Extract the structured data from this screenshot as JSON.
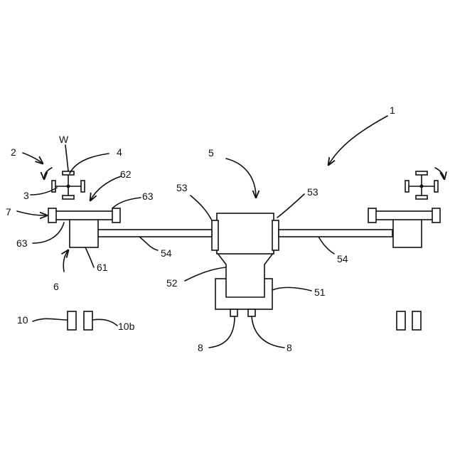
{
  "labels": {
    "l1": "1",
    "l2": "2",
    "l3": "3",
    "l4": "4",
    "l5": "5",
    "l6": "6",
    "l7": "7",
    "l8a": "8",
    "l8b": "8",
    "l10": "10",
    "l10b": "10b",
    "l51": "51",
    "l52": "52",
    "l53a": "53",
    "l53b": "53",
    "l54a": "54",
    "l54b": "54",
    "l61": "61",
    "l62": "62",
    "l63a": "63",
    "l63b": "63",
    "lW": "W"
  }
}
